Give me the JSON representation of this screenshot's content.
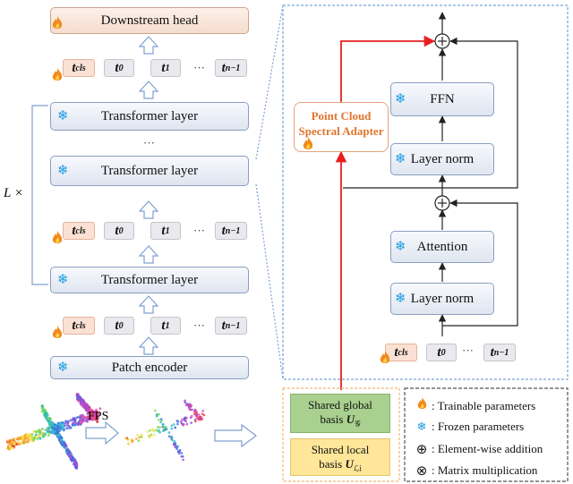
{
  "left_stack": {
    "downstream_head": "Downstream head",
    "transformer_label": "Transformer layer",
    "patch_encoder": "Patch encoder",
    "repeat_label": "L ×",
    "ellipsis": "···"
  },
  "tokens": {
    "cls": "t",
    "cls_sub": "cls",
    "t0": "t",
    "t0_sub": "0",
    "t1": "t",
    "t1_sub": "1",
    "tn": "t",
    "tn_sub": "n−1",
    "dots": "···"
  },
  "right_detail": {
    "ffn": "FFN",
    "layer_norm": "Layer norm",
    "attention": "Attention",
    "adapter_line1": "Point Cloud",
    "adapter_line2": "Spectral Adapter"
  },
  "bases": {
    "global_line1": "Shared global",
    "global_line2": "basis",
    "global_symbol": "U",
    "global_sub": "𝒢",
    "local_line1": "Shared local",
    "local_line2": "basis",
    "local_symbol": "U",
    "local_sub": "ℒi"
  },
  "fps_label": "FPS",
  "legend": {
    "trainable": ": Trainable parameters",
    "frozen": ": Frozen parameters",
    "add": ": Element-wise addition",
    "mult": ": Matrix multiplication"
  },
  "colors": {
    "red_path": "#e81f1f",
    "block_border": "#8b9fc0",
    "adapter_text": "#e0742f",
    "global_basis_fill": "#a9d08e",
    "local_basis_fill": "#ffe699",
    "snowflake": "#1a9be0"
  }
}
